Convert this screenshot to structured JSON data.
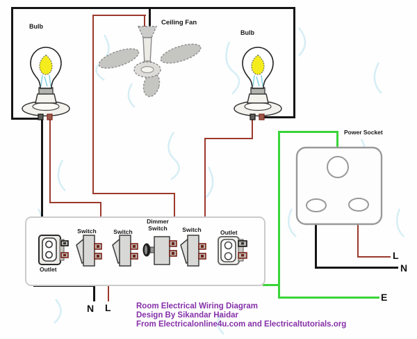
{
  "diagram": {
    "labels": {
      "bulb_left": "Bulb",
      "ceiling_fan": "Ceiling Fan",
      "bulb_right": "Bulb",
      "power_socket": "Power Socket",
      "outlet_left": "Outlet",
      "switch_1": "Switch",
      "switch_2": "Switch",
      "dimmer_switch": "Dimmer Switch",
      "switch_3": "Switch",
      "outlet_right": "Outlet",
      "supply_neutral": "N",
      "supply_live": "L",
      "socket_live": "L",
      "socket_neutral": "N",
      "socket_earth": "E"
    },
    "footer": {
      "line1": "Room Electrical Wiring Diagram",
      "line2": "Design By Sikandar Haidar",
      "line3": "From Electricalonline4u.com and Electricaltutorials.org"
    },
    "colors": {
      "live": "#9b382c",
      "neutral": "#151515",
      "earth": "#3ad43a",
      "text_purple": "#8530a8"
    }
  }
}
